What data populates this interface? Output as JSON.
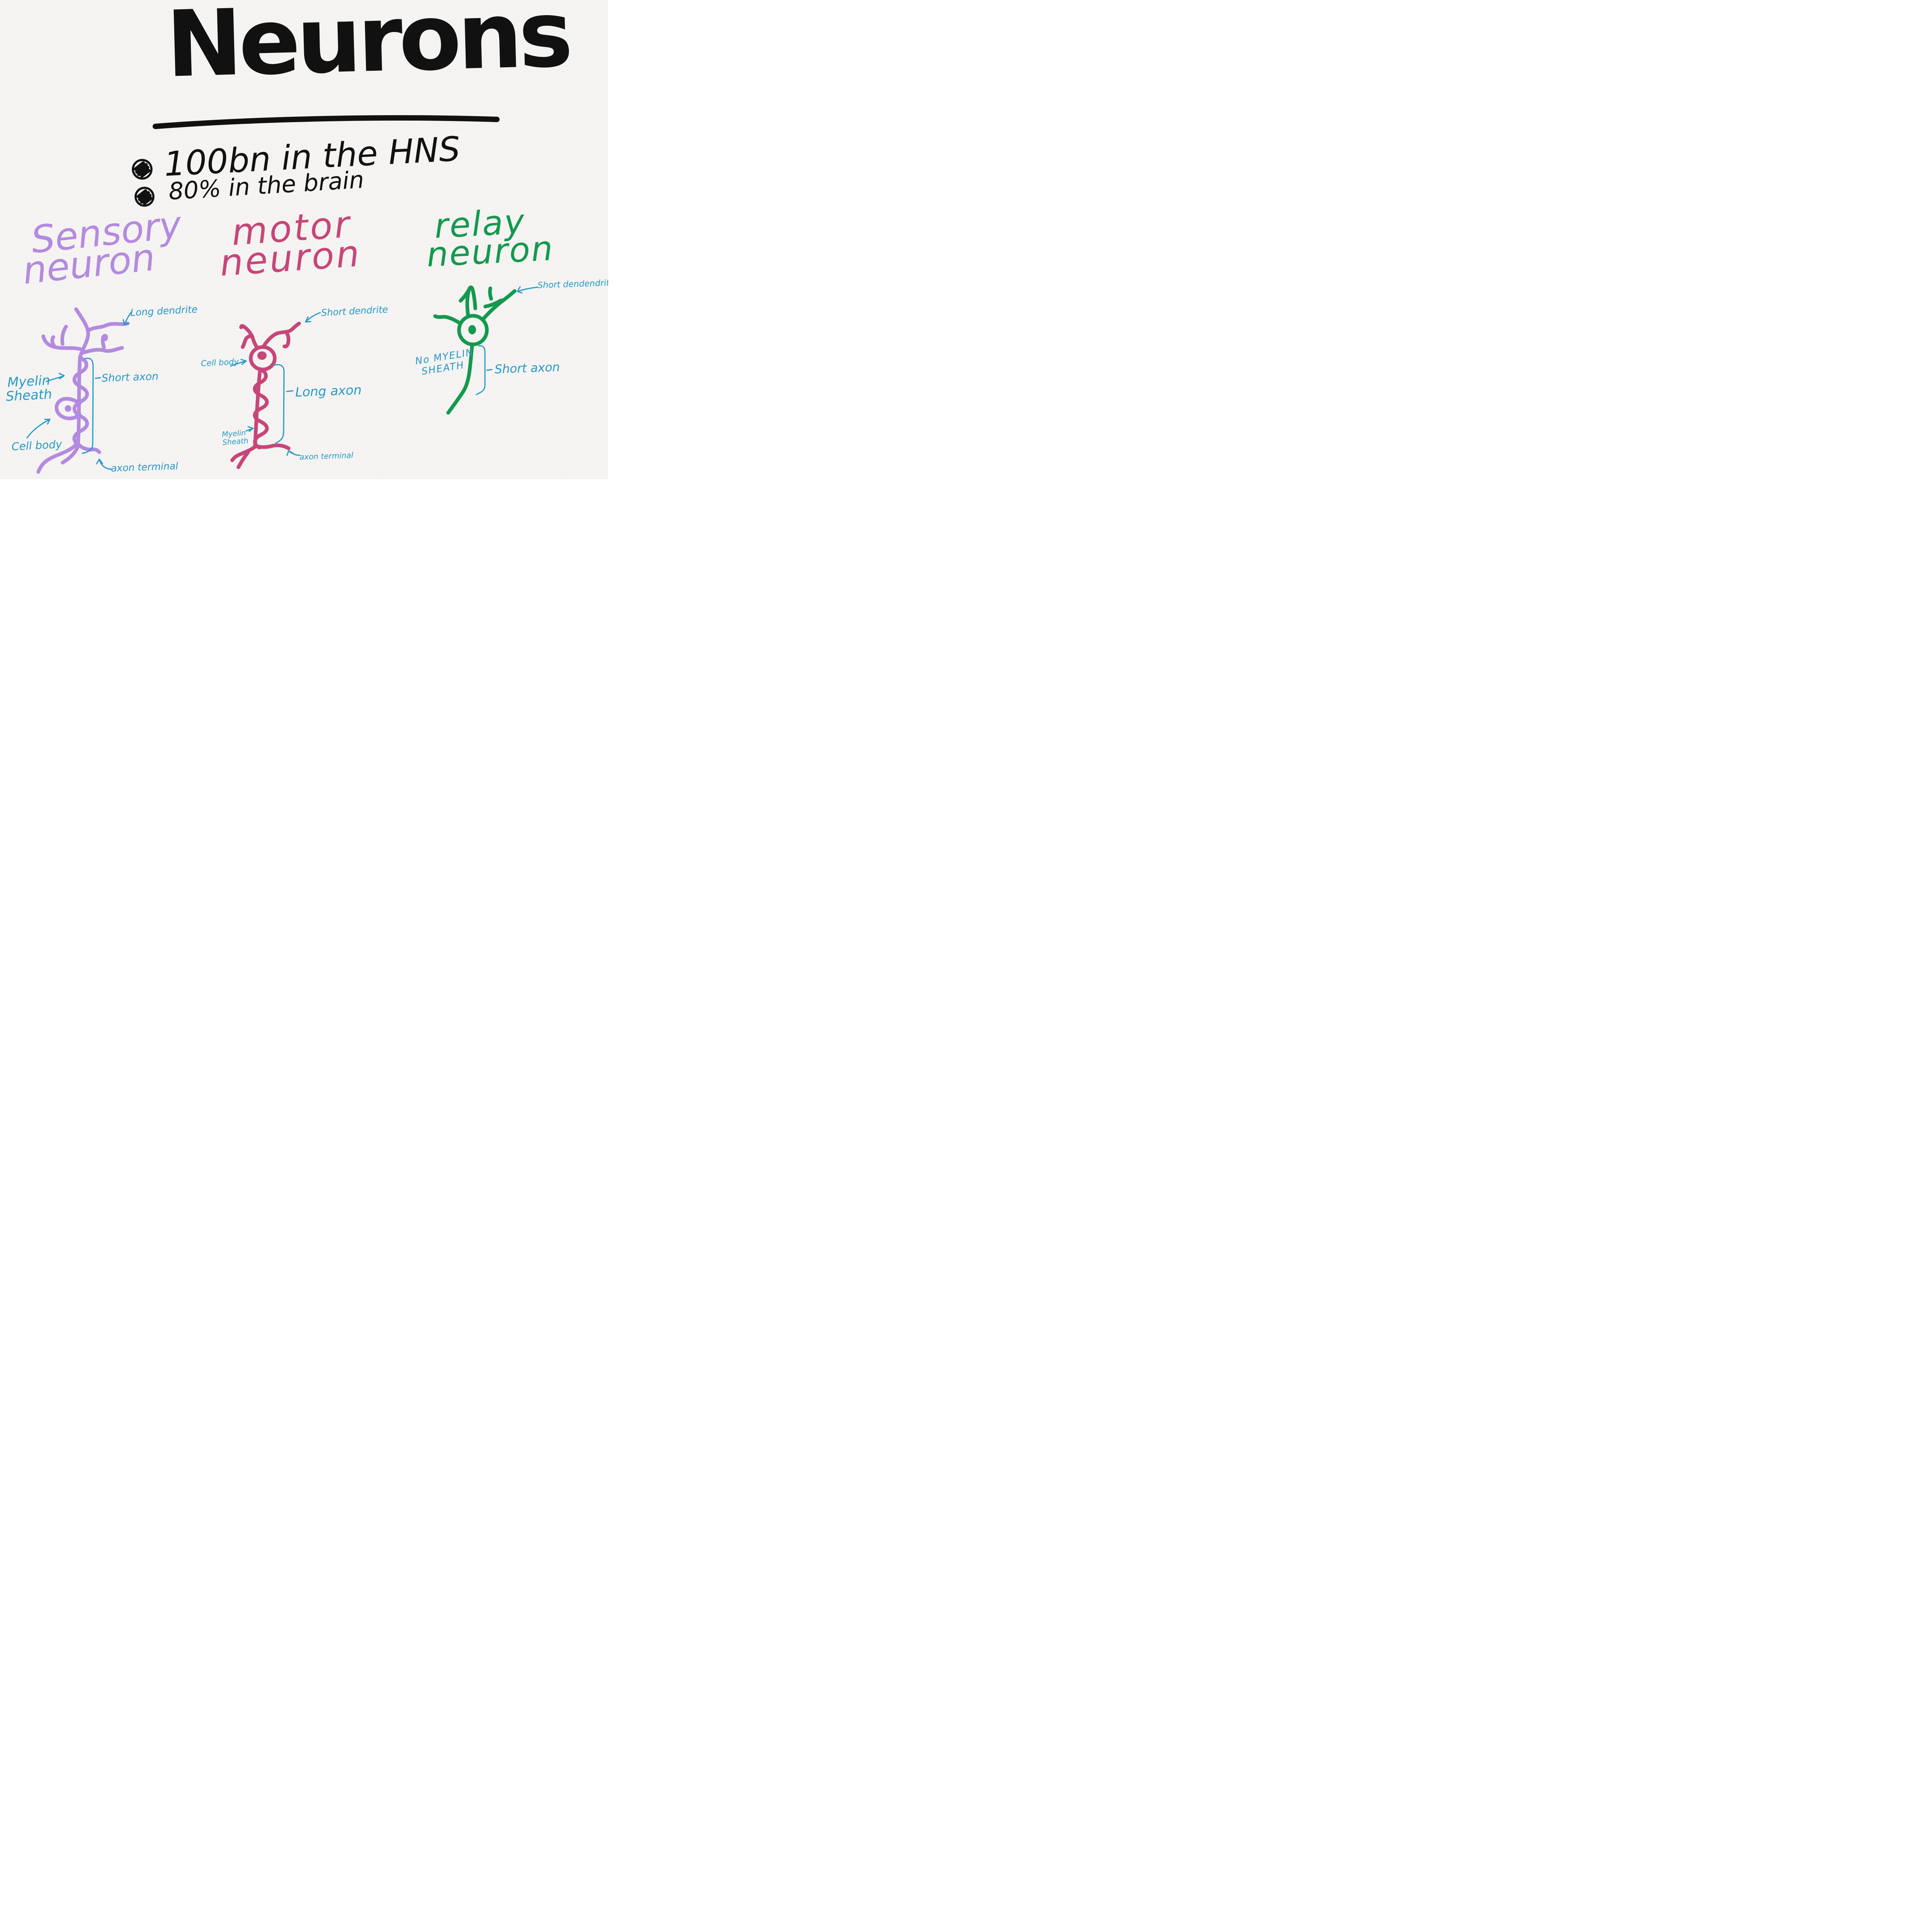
{
  "title": "Neurons",
  "bullets": [
    {
      "text": "100bn in the HNS"
    },
    {
      "text": "80% in the brain"
    }
  ],
  "colors": {
    "paper": "#f5f4f2",
    "ink": "#111111",
    "label": "#2598c8",
    "sensory": "#b48ae0",
    "motor": "#c74679",
    "relay": "#13994e"
  },
  "sensory": {
    "heading1": "Sensory",
    "heading2": "neuron",
    "label_dendrite": "Long dendrite",
    "label_myelin1": "Myelin",
    "label_myelin2": "Sheath",
    "label_axon": "Short axon",
    "label_cell_body": "Cell body",
    "label_terminal": "axon terminal"
  },
  "motor": {
    "heading1": "motor",
    "heading2": "neuron",
    "label_dendrite": "Short dendrite",
    "label_cell_body": "Cell body",
    "label_axon": "Long axon",
    "label_myelin1": "Myelin",
    "label_myelin2": "Sheath",
    "label_terminal": "axon terminal"
  },
  "relay": {
    "heading1": "relay",
    "heading2": "neuron",
    "label_dendrite": "Short dendendrite",
    "label_no_myelin1": "No MYELIN",
    "label_no_myelin2": "SHEATH",
    "label_axon": "Short axon"
  }
}
